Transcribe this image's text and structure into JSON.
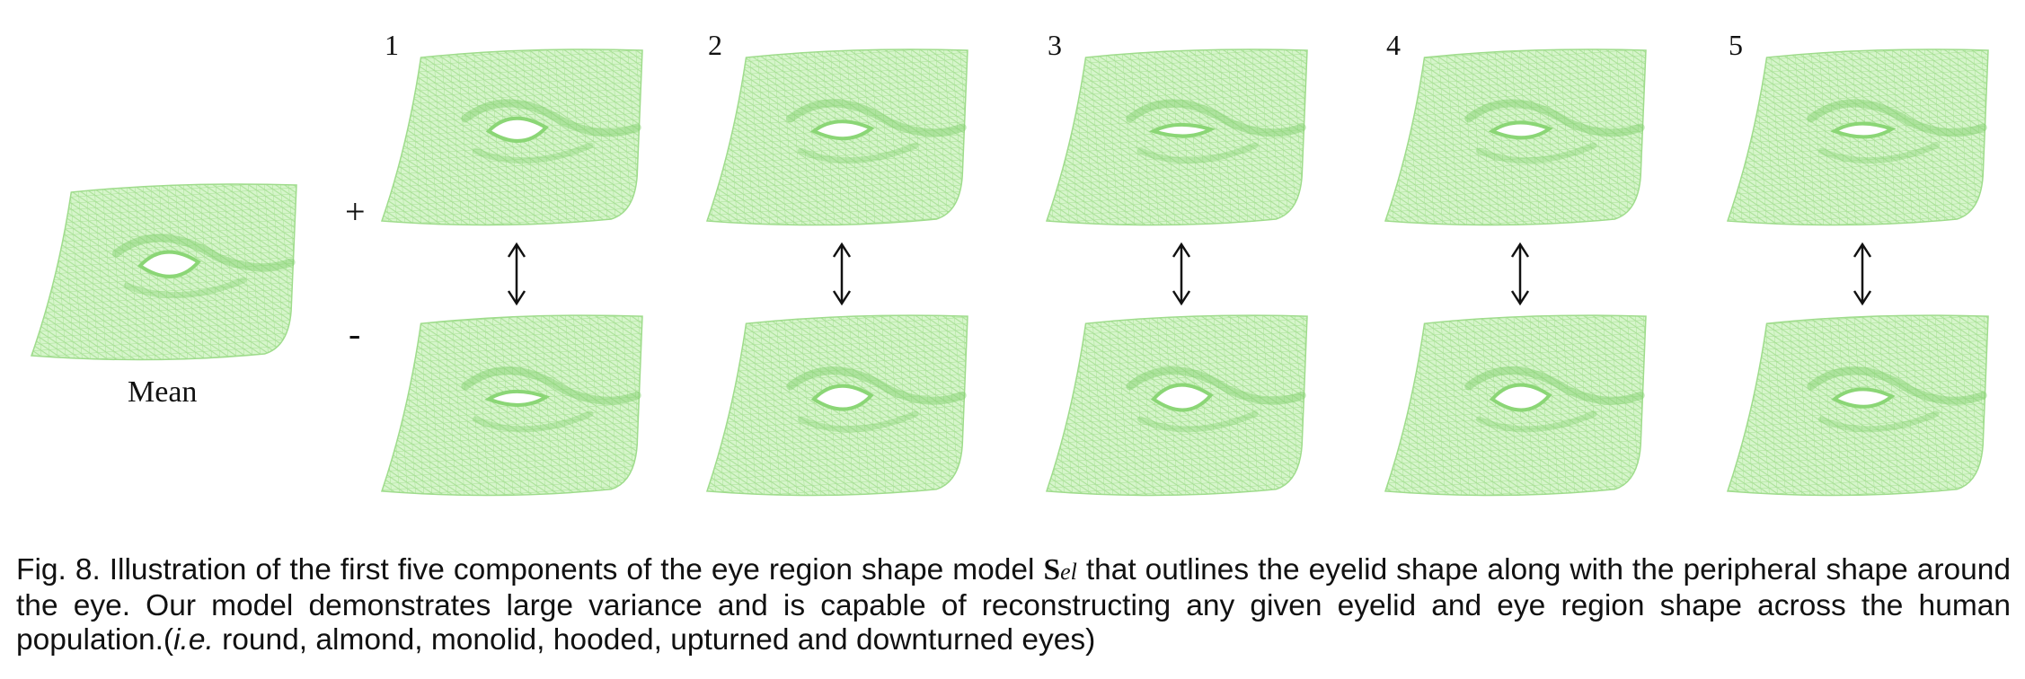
{
  "figure": {
    "mean_label": "Mean",
    "plus_label": "+",
    "minus_label": "-",
    "components": [
      {
        "number": "1"
      },
      {
        "number": "2"
      },
      {
        "number": "3"
      },
      {
        "number": "4"
      },
      {
        "number": "5"
      }
    ],
    "mesh_color": "#bfeeb0",
    "mesh_line_color": "#9fdc8c",
    "crease_color": "#7fcf6a"
  },
  "caption": {
    "prefix": "Fig. 8. Illustration of the first five components of the eye region shape model ",
    "math_symbol": "S",
    "math_subscript": "el",
    "suffix": " that outlines the eyelid shape along with the peripheral shape around the eye. Our model demonstrates large variance and is capable of reconstructing any given eyelid and eye region shape across the human population.(",
    "ie": "i.e.",
    "tail": " round, almond, monolid, hooded, upturned and downturned eyes)"
  }
}
